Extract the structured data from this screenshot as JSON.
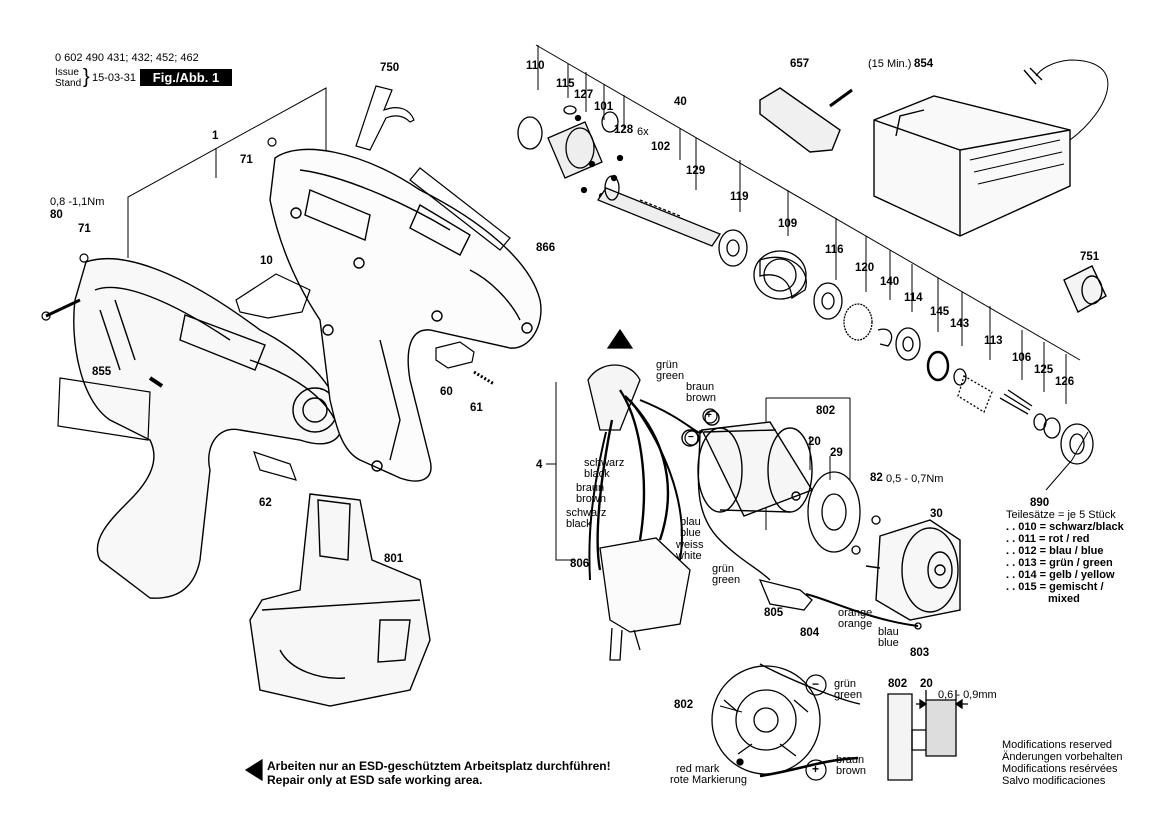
{
  "header": {
    "part_numbers": "0 602 490 431; 432; 452; 462",
    "issue_label": "Issue",
    "stand_label": "Stand",
    "date": "15-03-31",
    "figure": "Fig./Abb. 1"
  },
  "callouts": {
    "p1": "1",
    "p4": "4",
    "p10": "10",
    "p20": "20",
    "p20b": "20",
    "p29": "29",
    "p30": "30",
    "p40": "40",
    "p60": "60",
    "p61": "61",
    "p62": "62",
    "p71a": "71",
    "p71b": "71",
    "p80": "80",
    "p82": "82",
    "p101": "101",
    "p102": "102",
    "p106": "106",
    "p109": "109",
    "p110": "110",
    "p113": "113",
    "p114": "114",
    "p115": "115",
    "p116": "116",
    "p119": "119",
    "p120": "120",
    "p125": "125",
    "p126": "126",
    "p127": "127",
    "p128": "128",
    "p129": "129",
    "p140": "140",
    "p143": "143",
    "p145": "145",
    "p657": "657",
    "p750": "750",
    "p751": "751",
    "p801": "801",
    "p802": "802",
    "p802b": "802",
    "p802c": "802",
    "p803": "803",
    "p804": "804",
    "p805": "805",
    "p806": "806",
    "p854": "854",
    "p855": "855",
    "p866": "866",
    "p890": "890"
  },
  "annotations": {
    "six_x": "6x",
    "fifteen_min": "(15 Min.)",
    "torque_80": "0,8 -1,1Nm",
    "torque_82": "0,5 - 0,7Nm",
    "gap_20": "0,6 - 0,9mm"
  },
  "wire_labels": {
    "gruen1": "grün",
    "green1": "green",
    "braun1": "braun",
    "brown1": "brown",
    "schwarz1": "schwarz",
    "black1": "black",
    "braun2": "braun",
    "brown2": "brown",
    "schwarz2": "schwarz",
    "black2": "black",
    "blau1": "blau",
    "blue1": "blue",
    "weiss": "weiss",
    "white": "white",
    "gruen2": "grün",
    "green2": "green",
    "orange1": "orange",
    "orange2": "orange",
    "blau2": "blau",
    "blue2": "blue",
    "gruen3": "grün",
    "green3": "green",
    "braun3": "braun",
    "brown3": "brown",
    "red_mark": "red mark",
    "rote_markierung": "rote Markierung"
  },
  "legend": {
    "title": "Teilesätze = je 5 Stück",
    "rows": [
      ". . 010 = schwarz/black",
      ". . 011 = rot / red",
      ". . 012 = blau / blue",
      ". . 013 = grün / green",
      ". . 014 = gelb / yellow",
      ". . 015 = gemischt /",
      "mixed"
    ]
  },
  "footer": {
    "esd_de": "Arbeiten nur an ESD-geschütztem Arbeitsplatz durchführen!",
    "esd_en": "Repair only at ESD safe working area.",
    "mods": [
      "Modifications reserved",
      "Änderungen vorbehalten",
      "Modifications resérvées",
      "Salvo modificaciones"
    ]
  },
  "symbols": {
    "plus": "+",
    "minus": "−"
  }
}
